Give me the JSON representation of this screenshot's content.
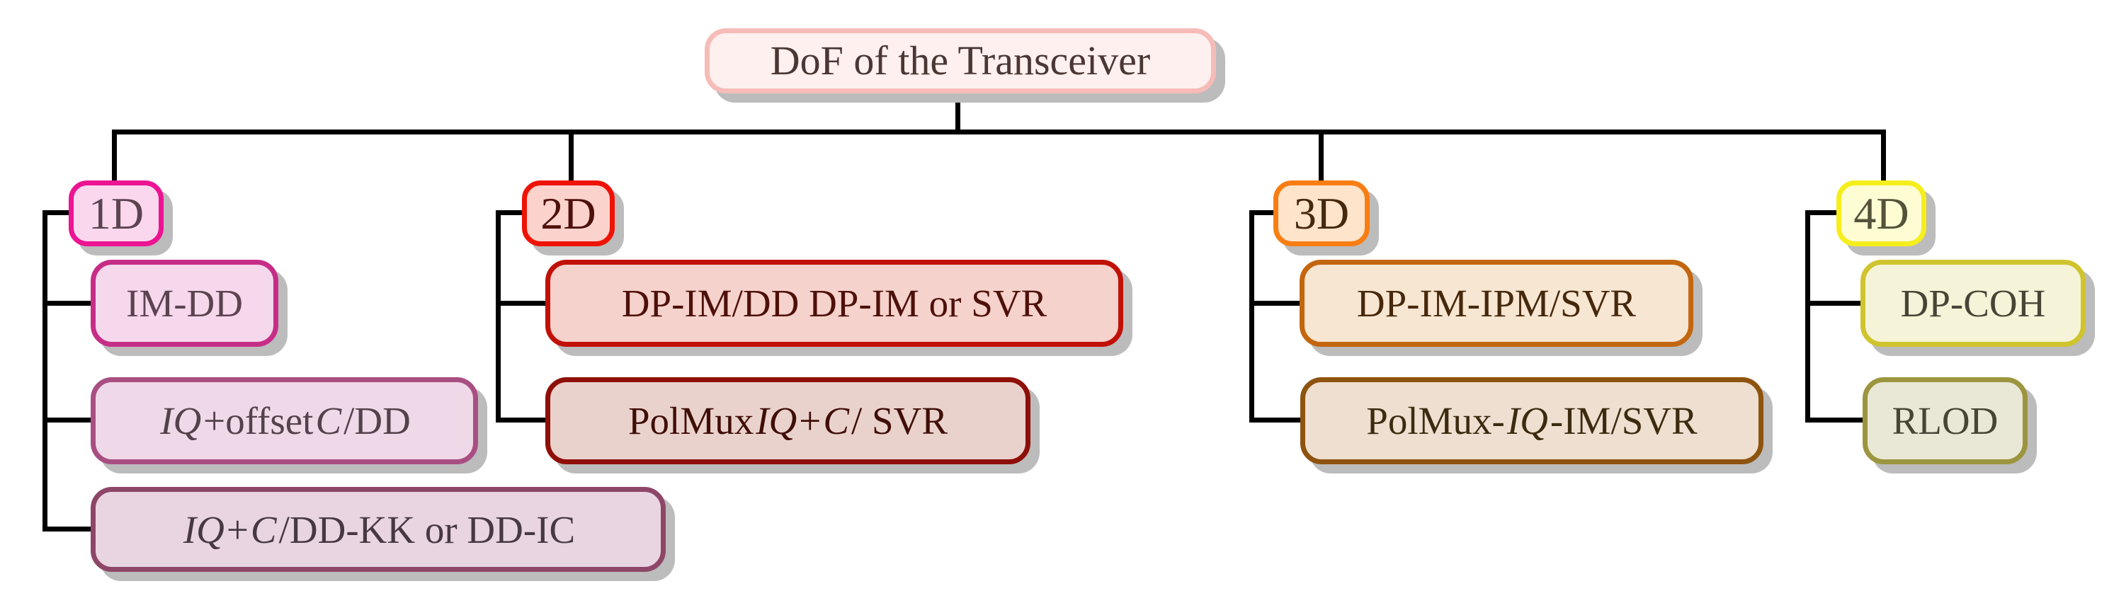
{
  "title": "DoF of the Transceiver",
  "background": "#ffffff",
  "connector_color": "#000000",
  "shadow_color": "#bcbcbc",
  "root": {
    "label": "DoF of the Transceiver",
    "colors": {
      "border": "#f6bcb8",
      "fill": "#fdf0ef",
      "text": "#4a3734"
    }
  },
  "columns": [
    {
      "label": "1D",
      "colors": {
        "border": "#ec1492",
        "fill": "#fbd7ee",
        "text": "#5b4450"
      },
      "children": [
        {
          "name": "im-dd",
          "text": "IM-DD",
          "segments": [
            {
              "t": "IM-DD"
            }
          ],
          "colors": {
            "border": "#c62d87",
            "fill": "#f6d8ec",
            "text": "#5b4450"
          }
        },
        {
          "name": "iq-offsetc-dd",
          "text": "IQ+offsetC /DD",
          "segments": [
            {
              "t": "IQ",
              "i": true
            },
            {
              "t": "+offset"
            },
            {
              "t": "C",
              "i": true
            },
            {
              "t": " /DD"
            }
          ],
          "colors": {
            "border": "#a94e82",
            "fill": "#efd8e7",
            "text": "#53414b"
          }
        },
        {
          "name": "iq-c-dd-kk-or-dd-ic",
          "text": "IQ + C/DD-KK or DD-IC",
          "segments": [
            {
              "t": "IQ",
              "i": true
            },
            {
              "t": " + "
            },
            {
              "t": "C",
              "i": true
            },
            {
              "t": "/DD-KK or DD-IC"
            }
          ],
          "colors": {
            "border": "#8e4668",
            "fill": "#e9d5e2",
            "text": "#473941"
          }
        }
      ]
    },
    {
      "label": "2D",
      "colors": {
        "border": "#ee1305",
        "fill": "#fbd2cc",
        "text": "#4e100a"
      },
      "children": [
        {
          "name": "dp-im-dd-dp-im-or-svr",
          "text": "DP-IM/DD DP-IM or SVR",
          "segments": [
            {
              "t": "DP-IM/DD DP-IM or SVR"
            }
          ],
          "colors": {
            "border": "#c11107",
            "fill": "#f5d2cb",
            "text": "#4e100a"
          }
        },
        {
          "name": "polmux-iq-c-svr",
          "text": "PolMux IQ+ C/ SVR",
          "segments": [
            {
              "t": "PolMux "
            },
            {
              "t": "IQ",
              "i": true
            },
            {
              "t": "+ "
            },
            {
              "t": "C",
              "i": true
            },
            {
              "t": "/ SVR"
            }
          ],
          "colors": {
            "border": "#8e0f08",
            "fill": "#ead2cc",
            "text": "#400d07"
          }
        }
      ]
    },
    {
      "label": "3D",
      "colors": {
        "border": "#f87e14",
        "fill": "#fde4cb",
        "text": "#46280c"
      },
      "children": [
        {
          "name": "dp-im-ipm-svr",
          "text": "DP-IM-IPM/SVR",
          "segments": [
            {
              "t": "DP-IM-IPM/SVR"
            }
          ],
          "colors": {
            "border": "#c3660e",
            "fill": "#f7e6d2",
            "text": "#46280c"
          }
        },
        {
          "name": "polmux-iq-im-svr",
          "text": "PolMux-IQ-IM/SVR",
          "segments": [
            {
              "t": "PolMux-"
            },
            {
              "t": "IQ",
              "i": true
            },
            {
              "t": "-IM/SVR"
            }
          ],
          "colors": {
            "border": "#8e530e",
            "fill": "#eedfd0",
            "text": "#3d2b10"
          }
        }
      ]
    },
    {
      "label": "4D",
      "colors": {
        "border": "#f6ee1c",
        "fill": "#fdfcd3",
        "text": "#55513a"
      },
      "children": [
        {
          "name": "dp-coh",
          "text": "DP-COH",
          "segments": [
            {
              "t": "DP-COH"
            }
          ],
          "colors": {
            "border": "#cfc42e",
            "fill": "#f6f4d8",
            "text": "#474536"
          }
        },
        {
          "name": "rlod",
          "text": "RLOD",
          "segments": [
            {
              "t": "RLOD"
            }
          ],
          "colors": {
            "border": "#9c953f",
            "fill": "#e9e8d6",
            "text": "#474536"
          }
        }
      ]
    }
  ]
}
